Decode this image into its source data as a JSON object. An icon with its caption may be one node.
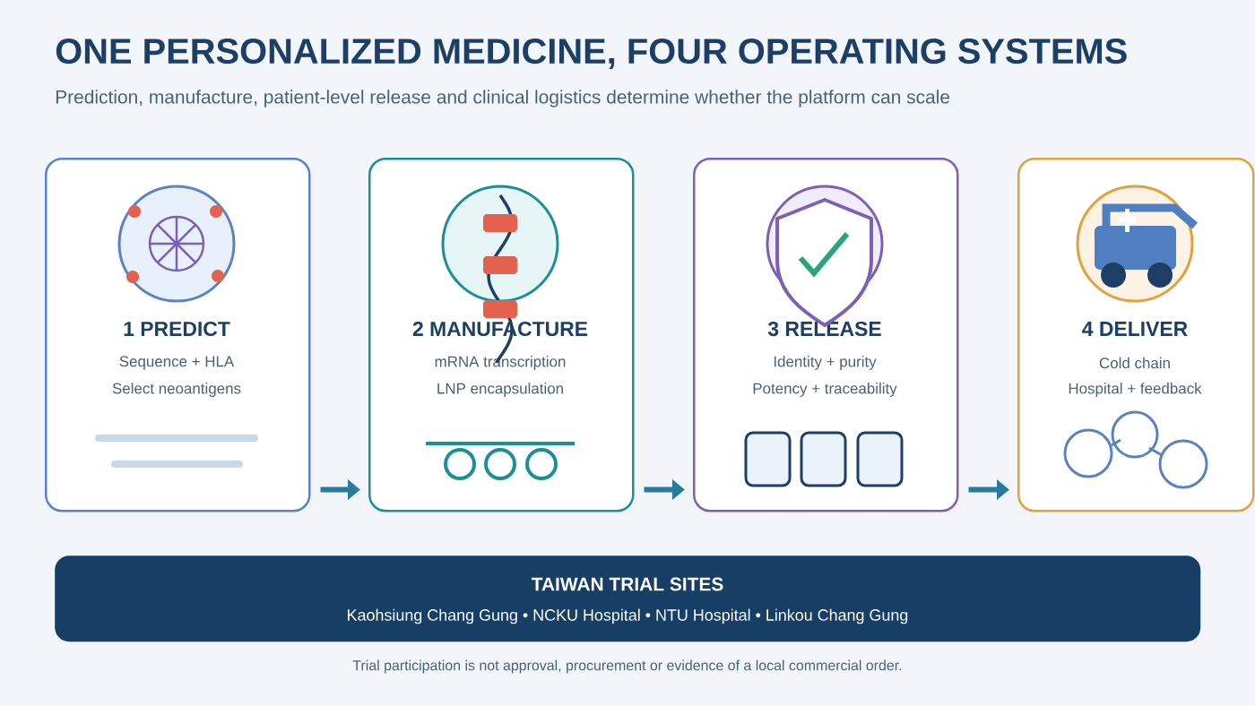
{
  "diagram": {
    "title": "ONE PERSONALIZED MEDICINE, FOUR OPERATING SYSTEMS",
    "nodes": [
      {
        "text": [
          "1 PREDICT",
          "Sequence + HLA",
          "Select neoantigens"
        ]
      },
      {
        "text": [
          "2 MANUFACTURE",
          "mRNA transcription",
          "LNP encapsulation"
        ]
      },
      {
        "text": [
          "3 RELEASE",
          "Identity + purity",
          "Potency + traceability"
        ]
      },
      {
        "text": [
          "4 DELIVER",
          "Cold chain",
          "Hospital + feedback"
        ]
      },
      {
        "text": [
          "TAIWAN TRIAL SITES",
          "Kaohsiung Chang Gung • NCKU Hospital • NTU Hospital • Linkou Chang Gung"
        ]
      }
    ],
    "edges": [
      {
        "from": 0,
        "to": 1,
        "arrow": "to"
      },
      {
        "from": 1,
        "to": 2,
        "arrow": "to"
      },
      {
        "from": 2,
        "to": 3,
        "arrow": "to"
      }
    ],
    "labels": [
      "Prediction, manufacture, patient-level release and clinical logistics determine whether the platform can scale",
      "Trial participation is not approval, procurement or evidence of a local commercial order."
    ]
  }
}
